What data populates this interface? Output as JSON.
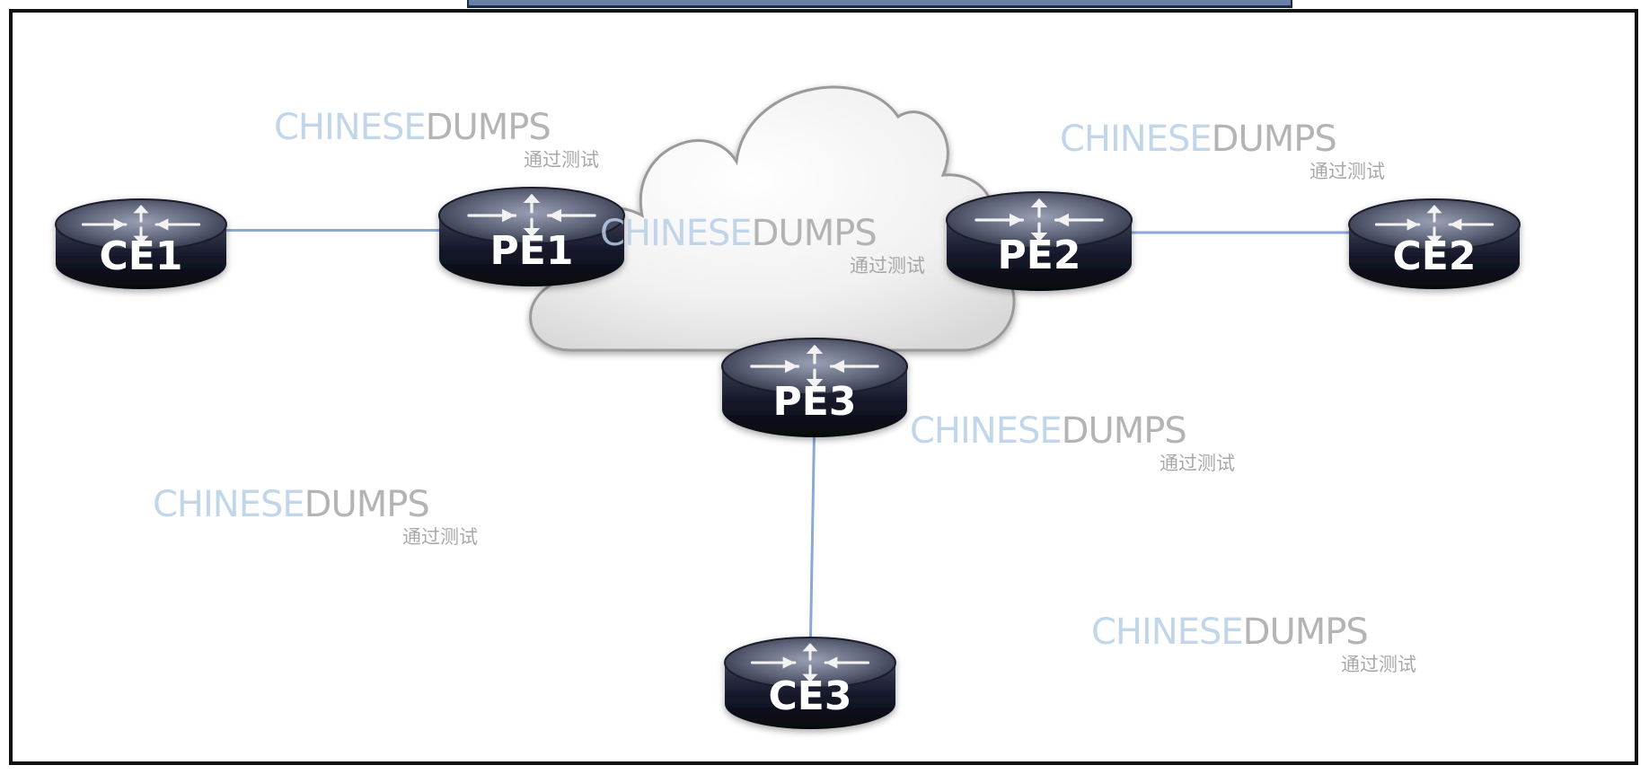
{
  "routers": [
    {
      "id": "ce1",
      "label": "CE1"
    },
    {
      "id": "pe1",
      "label": "PE1"
    },
    {
      "id": "pe2",
      "label": "PE2"
    },
    {
      "id": "ce2",
      "label": "CE2"
    },
    {
      "id": "pe3",
      "label": "PE3"
    },
    {
      "id": "ce3",
      "label": "CE3"
    }
  ],
  "links": [
    {
      "from": "CE1",
      "to": "PE1"
    },
    {
      "from": "PE2",
      "to": "CE2"
    },
    {
      "from": "PE3",
      "to": "CE3"
    }
  ],
  "watermark": {
    "part1": "CHINESE",
    "part2": "DUMPS",
    "sub": "通过测试"
  },
  "colors": {
    "link": "#8aa8d8",
    "router_body": "#1a1d2b",
    "cloud_fill": "#eeeeee",
    "watermark_light": "#b8cfe6",
    "watermark_dark": "#a8a8a8"
  }
}
